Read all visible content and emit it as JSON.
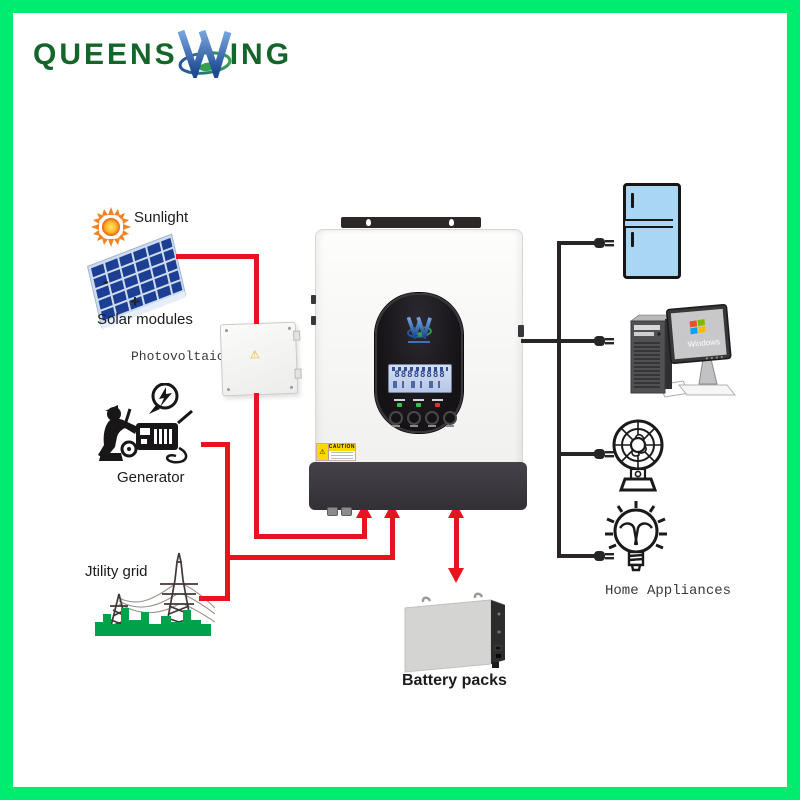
{
  "logo": {
    "prefix": "QUEENS",
    "suffix": "ING"
  },
  "left": {
    "sunlight": "Sunlight",
    "minus": "-",
    "plus": "+",
    "solar_modules": "Solar modules",
    "photovoltaic_box": "Photovoltaic box",
    "generator": "Generator",
    "utility_grid": "Jtility grid"
  },
  "inverter": {
    "caution": "CAUTION",
    "warning_glyph": "⚠",
    "lcd_digits": "88888888"
  },
  "battery": {
    "label": "Battery packs"
  },
  "right": {
    "home_appliances": "Home Appliances",
    "windows": "Windows"
  },
  "colors": {
    "border_green": "#00ec6e",
    "red_line": "#e8131d",
    "black_line": "#292526",
    "logo_green": "#15642a",
    "logo_blue": "#2b5ca8",
    "swoosh_green": "#35a04f",
    "fridge_blue": "#a9d7f3",
    "grid_green": "#00a14b",
    "sun_orange": "#f58220",
    "solar_cell_blue": "#1c3f94"
  }
}
